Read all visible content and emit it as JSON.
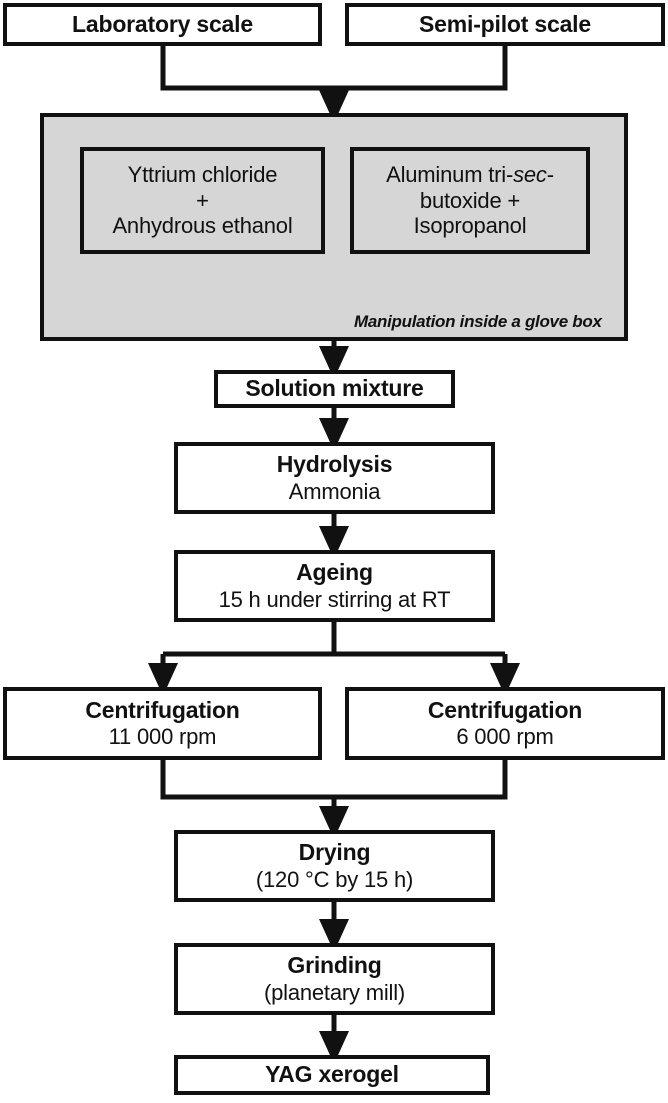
{
  "figure": {
    "type": "process-flowchart",
    "background_color": "#ffffff",
    "line_color": "#111111",
    "panel_fill_color": "#d6d6d6"
  },
  "nodes": {
    "laboratory_scale": {
      "title": "Laboratory scale"
    },
    "semi_pilot_scale": {
      "title": "Semi-pilot scale"
    },
    "yttrium_precursor": {
      "line1": "Yttrium chloride",
      "line2": "+",
      "line3": "Anhydrous ethanol"
    },
    "aluminum_precursor": {
      "line1_pre": "Aluminum tri-",
      "line1_italic": "sec",
      "line1_post": "-",
      "line2": "butoxide +",
      "line3": "Isopropanol"
    },
    "glove_box_note": "Manipulation inside a glove box",
    "solution_mixture": {
      "title": "Solution mixture"
    },
    "hydrolysis": {
      "title": "Hydrolysis",
      "subtitle": "Ammonia"
    },
    "ageing": {
      "title": "Ageing",
      "subtitle": "15 h under stirring at RT"
    },
    "centrifugation_left": {
      "title": "Centrifugation",
      "subtitle": "11 000 rpm"
    },
    "centrifugation_right": {
      "title": "Centrifugation",
      "subtitle": "6 000 rpm"
    },
    "drying": {
      "title": "Drying",
      "subtitle": "(120 °C by 15 h)"
    },
    "grinding": {
      "title": "Grinding",
      "subtitle": "(planetary mill)"
    },
    "yag_xerogel": {
      "title": "YAG xerogel"
    }
  },
  "flow_order": [
    "Laboratory scale / Semi-pilot scale",
    "Glove box: Yttrium chloride + Anhydrous ethanol  AND  Aluminum tri-sec-butoxide + Isopropanol",
    "Solution mixture",
    "Hydrolysis — Ammonia",
    "Ageing — 15 h under stirring at RT",
    "Centrifugation 11 000 rpm / Centrifugation 6 000 rpm",
    "Drying (120 °C by 15 h)",
    "Grinding (planetary mill)",
    "YAG xerogel"
  ]
}
